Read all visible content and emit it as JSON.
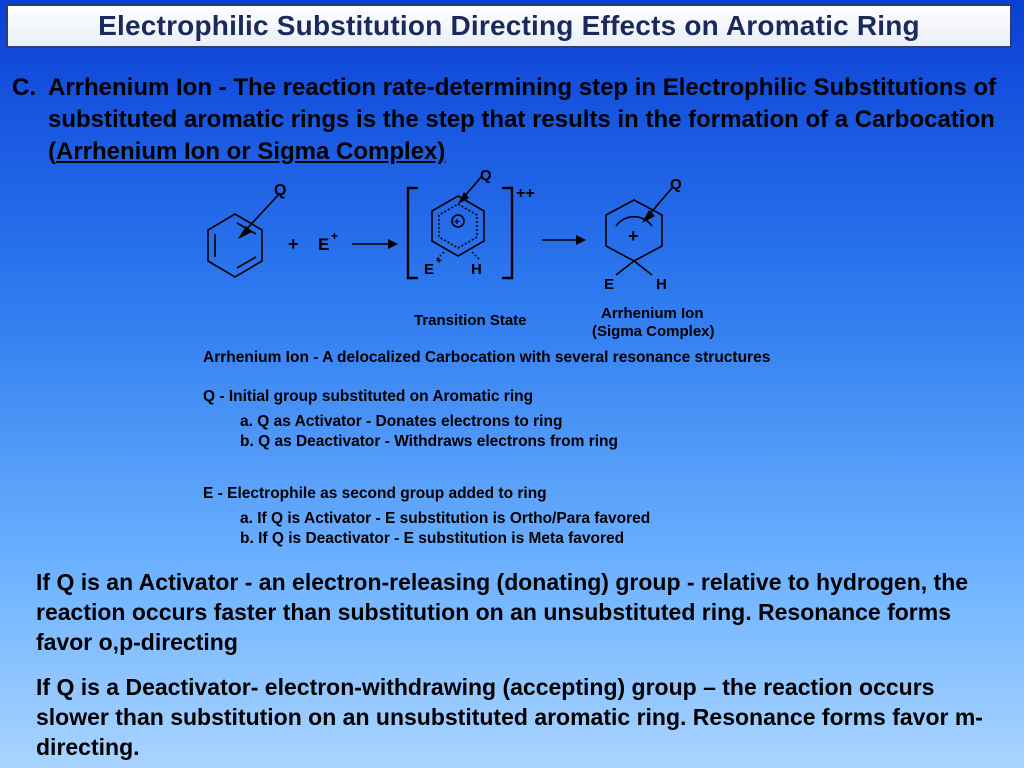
{
  "title": "Electrophilic Substitution Directing Effects on Aromatic Ring",
  "point_c": {
    "marker": "C.",
    "text": "Arrhenium Ion - The reaction rate-determining step in Electrophilic Substitutions of substituted aromatic rings is the step that results in the formation of a Carbocation (",
    "underlined": "Arrhenium Ion or Sigma Complex)"
  },
  "diagram": {
    "q_label": "Q",
    "plus": "+",
    "electrophile": "E",
    "electrophile_charge": "+",
    "double_plus": "++",
    "e_label": "E",
    "h_label": "H",
    "carbocation_plus": "+",
    "transition_state": "Transition State",
    "arrhenium_line1": "Arrhenium Ion",
    "arrhenium_line2": "(Sigma Complex)"
  },
  "definitions": {
    "arrhenium": "Arrhenium Ion  - A delocalized Carbocation with several resonance structures",
    "q_heading": "Q  -  Initial group substituted on Aromatic ring",
    "q_a": "a. Q as Activator      - Donates electrons to ring",
    "q_b": "b. Q as Deactivator  - Withdraws electrons from ring",
    "e_heading": "E  -  Electrophile as second group added to ring",
    "e_a": "a. If Q is Activator      -  E substitution  is Ortho/Para favored",
    "e_b": "b. If Q is Deactivator  -  E substitution is Meta favored"
  },
  "paragraphs": {
    "activator": "If Q is an Activator - an electron-releasing (donating) group - relative to hydrogen, the reaction occurs faster than substitution on an unsubstituted ring. Resonance forms favor o,p-directing",
    "deactivator": "If Q is a Deactivator- electron-withdrawing (accepting) group – the reaction occurs slower than substitution on an unsubstituted aromatic ring. Resonance forms favor m-directing."
  }
}
